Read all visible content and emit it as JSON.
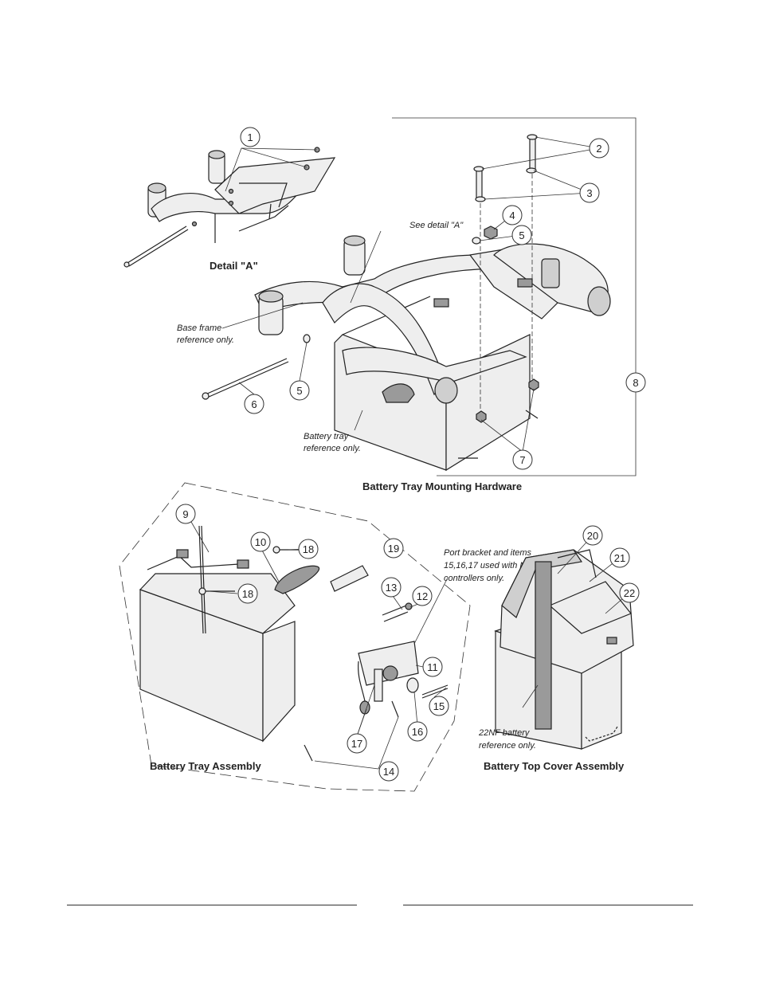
{
  "sections": {
    "detail_a": "Detail \"A\"",
    "mounting_hardware": "Battery Tray Mounting Hardware",
    "tray_assembly": "Battery Tray Assembly",
    "top_cover_assembly": "Battery Top Cover Assembly"
  },
  "notes": {
    "see_detail": "See detail \"A\"",
    "base_frame_1": "Base frame",
    "base_frame_2": "reference only.",
    "battery_tray_1": "Battery tray",
    "battery_tray_2": "reference only.",
    "port_bracket_1": "Port bracket and items",
    "port_bracket_2": "15,16,17 used with MKIV",
    "port_bracket_3": "controllers only.",
    "battery_ref_1": "22NF battery",
    "battery_ref_2": "reference only."
  },
  "callouts": {
    "c1": "1",
    "c2": "2",
    "c3": "3",
    "c4": "4",
    "c5": "5",
    "c6": "6",
    "c7": "7",
    "c8": "8",
    "c9": "9",
    "c10": "10",
    "c11": "11",
    "c12": "12",
    "c13": "13",
    "c14": "14",
    "c15": "15",
    "c16": "16",
    "c17": "17",
    "c18": "18",
    "c19": "19",
    "c20": "20",
    "c21": "21",
    "c22": "22"
  }
}
